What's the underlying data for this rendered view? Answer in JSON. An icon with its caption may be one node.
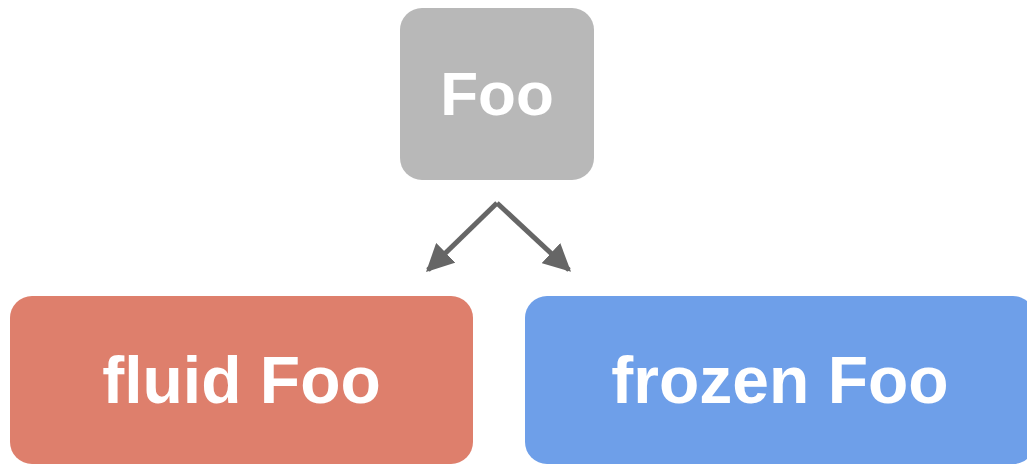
{
  "diagram": {
    "nodes": [
      {
        "text": [
          "Foo"
        ]
      },
      {
        "text": [
          "fluid Foo"
        ]
      },
      {
        "text": [
          "frozen Foo"
        ]
      }
    ],
    "edges": [
      {
        "from": 0,
        "to": 1,
        "arrow": "to"
      },
      {
        "from": 0,
        "to": 2,
        "arrow": "to"
      }
    ]
  }
}
